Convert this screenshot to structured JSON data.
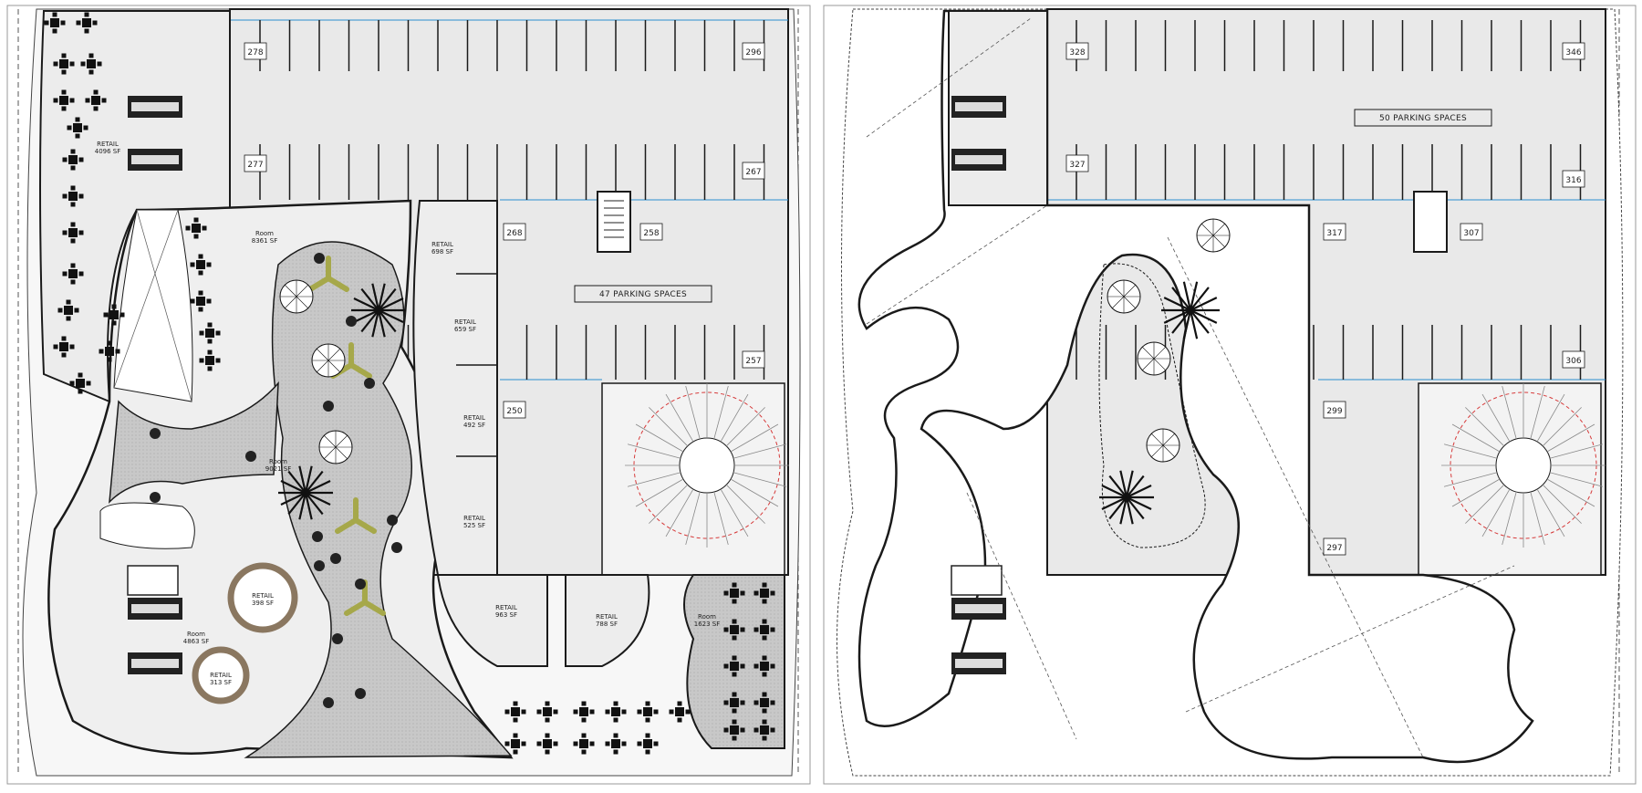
{
  "left_plan": {
    "parking_label": "47 PARKING SPACES",
    "space_numbers": [
      "278",
      "296",
      "277",
      "267",
      "268",
      "258",
      "257",
      "250"
    ],
    "rooms": [
      {
        "name": "RETAIL",
        "area": "4096 SF"
      },
      {
        "name": "Room",
        "area": "8361 SF"
      },
      {
        "name": "RETAIL",
        "area": "698 SF"
      },
      {
        "name": "RETAIL",
        "area": "659 SF"
      },
      {
        "name": "RETAIL",
        "area": "492 SF"
      },
      {
        "name": "RETAIL",
        "area": "525 SF"
      },
      {
        "name": "Room",
        "area": "9021 SF"
      },
      {
        "name": "RETAIL",
        "area": "398 SF"
      },
      {
        "name": "Room",
        "area": "4863 SF"
      },
      {
        "name": "RETAIL",
        "area": "313 SF"
      },
      {
        "name": "RETAIL",
        "area": "963 SF"
      },
      {
        "name": "RETAIL",
        "area": "788 SF"
      },
      {
        "name": "Room",
        "area": "1623 SF"
      }
    ]
  },
  "right_plan": {
    "parking_label": "50 PARKING SPACES",
    "space_numbers": [
      "328",
      "346",
      "327",
      "316",
      "317",
      "307",
      "306",
      "299",
      "297"
    ]
  },
  "colors": {
    "line": "#1a1a1a",
    "floor": "#ececec",
    "garden": "#c9c9c9",
    "tree_accent": "#a6a84a",
    "water_line": "#2a8fd0",
    "ramp_arc": "#d63a3a"
  }
}
